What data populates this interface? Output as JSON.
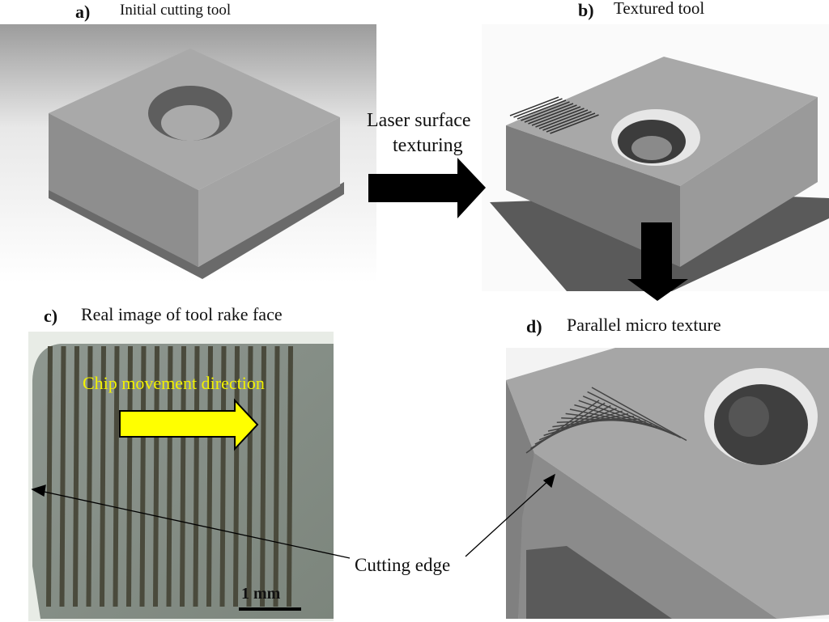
{
  "panels": {
    "a": {
      "letter": "a)",
      "title": "Initial cutting tool"
    },
    "b": {
      "letter": "b)",
      "title": "Textured tool"
    },
    "c": {
      "letter": "c)",
      "title": "Real image of tool rake face",
      "annotation": "Chip movement direction",
      "scale_label": "1 mm",
      "groove_count": 19
    },
    "d": {
      "letter": "d)",
      "title": "Parallel micro texture"
    }
  },
  "process_label_line1": "Laser surface",
  "process_label_line2": "texturing",
  "cutting_edge_label": "Cutting edge",
  "colors": {
    "annotation": "#f2f200",
    "arrow": "#000000",
    "tool_gray": "#9a9a9a"
  }
}
